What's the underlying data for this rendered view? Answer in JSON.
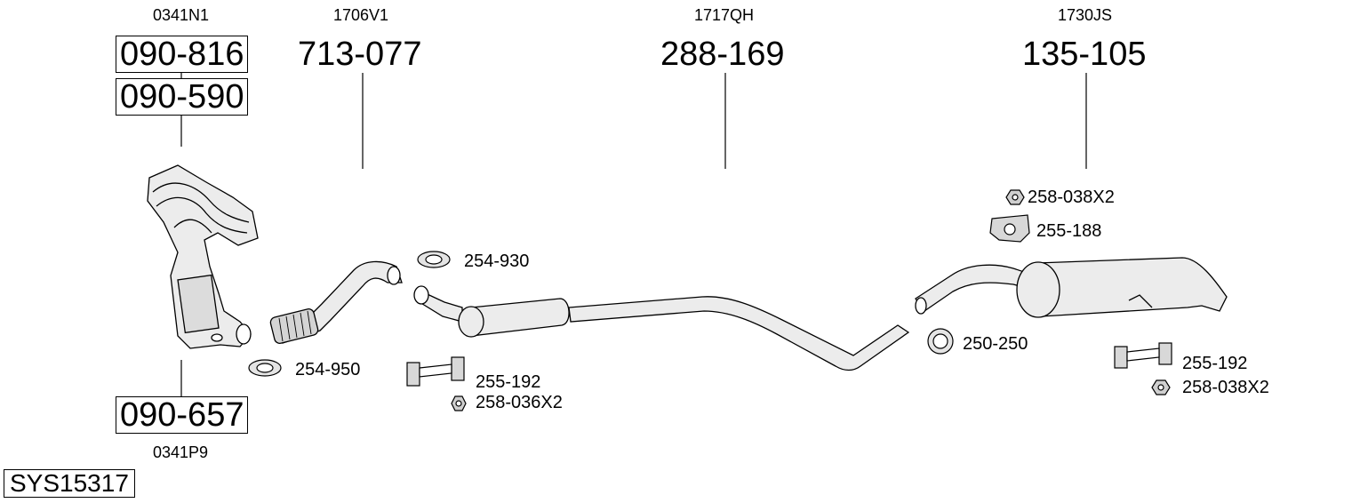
{
  "system": {
    "code": "SYS15317"
  },
  "groups": [
    {
      "ref": "0341N1",
      "parts": [
        "090-816",
        "090-590"
      ]
    },
    {
      "ref": "1706V1",
      "part": "713-077"
    },
    {
      "ref": "1717QH",
      "part": "288-169"
    },
    {
      "ref": "1730JS",
      "part": "135-105"
    },
    {
      "ref": "0341P9",
      "part": "090-657"
    }
  ],
  "accessories": {
    "clamp_front": "254-950",
    "clamp_mid": "254-930",
    "hanger_mid": "255-192",
    "nut_mid": "258-036X2",
    "clamp_rear": "250-250",
    "nut_top": "258-038X2",
    "hanger_top": "255-188",
    "hanger_rear": "255-192",
    "nut_rear": "258-038X2"
  }
}
